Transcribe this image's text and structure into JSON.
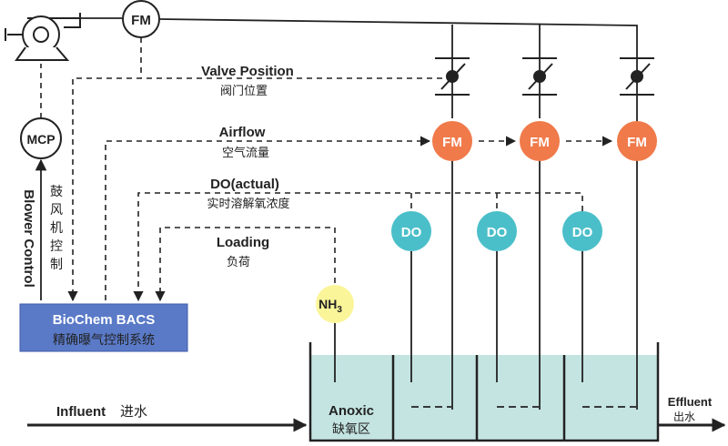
{
  "diagram": {
    "blower_fm": "FM",
    "mcp": "MCP",
    "blower_control_en": "Blower Control",
    "blower_control_cn": [
      "鼓",
      "风",
      "机",
      "控",
      "制"
    ],
    "valve_position_en": "Valve Position",
    "valve_position_cn": "阀门位置",
    "airflow_en": "Airflow",
    "airflow_cn": "空气流量",
    "do_actual_en": "DO(actual)",
    "do_actual_cn": "实时溶解氧浓度",
    "loading_en": "Loading",
    "loading_cn": "负荷",
    "bacs_title": "BioChem BACS",
    "bacs_subtitle": "精确曝气控制系统",
    "nh3_main": "NH",
    "nh3_sub": "3",
    "flow_meters": [
      "FM",
      "FM",
      "FM"
    ],
    "do_sensors": [
      "DO",
      "DO",
      "DO"
    ],
    "influent_en": "Influent",
    "influent_cn": "进水",
    "anoxic_en": "Anoxic",
    "anoxic_cn": "缺氧区",
    "effluent_en": "Effluent",
    "effluent_cn": "出水",
    "colors": {
      "flow_meter": "#f07a4a",
      "do_sensor": "#4bbfc9",
      "nh3_sensor": "#fbf59a",
      "tank_water": "#c4e4e2",
      "bacs_box": "#5a7ac8"
    }
  }
}
